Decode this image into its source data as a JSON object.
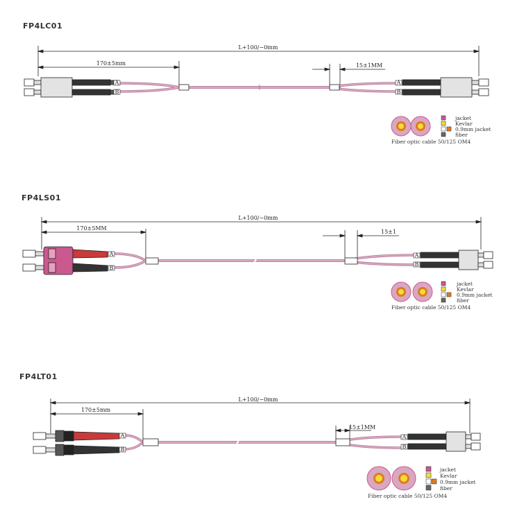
{
  "colors": {
    "cable": "#d9a7c1",
    "cable_stroke": "#b07a97",
    "jacket": "#c9598f",
    "kevlar": "#f2dc3a",
    "jacket_09": "#e07b1e",
    "fiber": "#666666",
    "dim_line": "#222222"
  },
  "drawings": [
    {
      "title": "FP4LC01",
      "total_length": "L+100/−0mm",
      "left_breakout": "170±5mm",
      "right_breakout": "15±1MM",
      "left_connector": "LC",
      "right_connector": "LC",
      "left_labels": [
        "A",
        "B"
      ],
      "right_labels": [
        "A",
        "B"
      ],
      "legend": {
        "items": [
          "jacket",
          "Kevlar",
          "0.9mm jacket",
          "fiber"
        ],
        "caption": "Fiber optic cable 50/125 OM4"
      }
    },
    {
      "title": "FP4LS01",
      "total_length": "L+100/−0mm",
      "left_breakout": "170±5MM",
      "right_breakout": "15±1",
      "left_connector": "SC",
      "right_connector": "LC",
      "left_labels": [
        "A",
        "B"
      ],
      "right_labels": [
        "A",
        "B"
      ],
      "legend": {
        "items": [
          "jacket",
          "Kevlar",
          "0.9mm jacket",
          "fiber"
        ],
        "caption": "Fiber optic cable 50/125 OM4"
      }
    },
    {
      "title": "FP4LT01",
      "total_length": "L+100/−0mm",
      "left_breakout": "170±5mm",
      "right_breakout": "15±1MM",
      "left_connector": "ST",
      "right_connector": "LC",
      "left_labels": [
        "A",
        "B"
      ],
      "right_labels": [
        "A",
        "B"
      ],
      "legend": {
        "items": [
          "jacket",
          "Kevlar",
          "0.9mm jacket",
          "fiber"
        ],
        "caption": "Fiber optic cable 50/125 OM4"
      }
    }
  ]
}
